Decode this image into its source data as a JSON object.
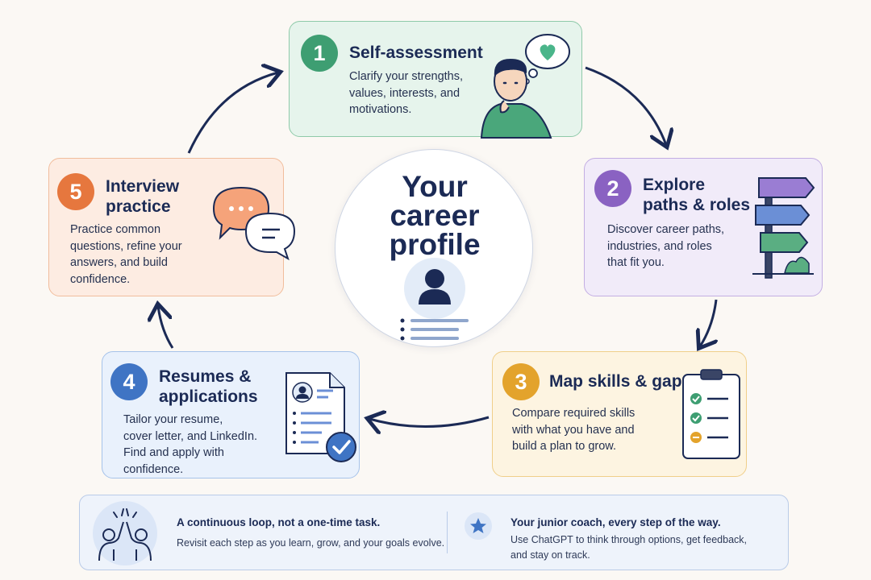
{
  "center": {
    "title_lines": [
      "Your",
      "career",
      "profile"
    ]
  },
  "steps": [
    {
      "number": "1",
      "title_lines": [
        "Self-assessment"
      ],
      "desc_lines": [
        "Clarify your strengths,",
        "values, interests, and",
        "motivations."
      ],
      "color": "#3e9e72",
      "bg": "#e6f4ec",
      "border": "#8fcaa9",
      "icon": "thinking-person-icon"
    },
    {
      "number": "2",
      "title_lines": [
        "Explore",
        "paths & roles"
      ],
      "desc_lines": [
        "Discover career paths,",
        "industries, and roles",
        "that fit you."
      ],
      "color": "#8a62c2",
      "bg": "#f1ebf9",
      "border": "#c3aee3",
      "icon": "signpost-icon"
    },
    {
      "number": "3",
      "title_lines": [
        "Map skills & gaps"
      ],
      "desc_lines": [
        "Compare required skills",
        "with what you have and",
        "build a plan to grow."
      ],
      "color": "#e3a32c",
      "bg": "#fdf4e1",
      "border": "#f0cf8a",
      "icon": "clipboard-checklist-icon"
    },
    {
      "number": "4",
      "title_lines": [
        "Resumes &",
        "applications"
      ],
      "desc_lines": [
        "Tailor your resume,",
        "cover letter, and LinkedIn.",
        "Find and apply with",
        "confidence."
      ],
      "color": "#3f74c4",
      "bg": "#e9f1fc",
      "border": "#a6c3ea",
      "icon": "resume-document-icon"
    },
    {
      "number": "5",
      "title_lines": [
        "Interview",
        "practice"
      ],
      "desc_lines": [
        "Practice common",
        "questions, refine your",
        "answers, and build",
        "confidence."
      ],
      "color": "#e6773e",
      "bg": "#fdece2",
      "border": "#f1bd9c",
      "icon": "chat-bubbles-icon"
    }
  ],
  "banner": {
    "left": {
      "title": "A continuous loop, not a one-time task.",
      "text_lines": [
        "Revisit each step as you learn, grow, and your goals evolve."
      ],
      "icon": "high-five-icon"
    },
    "right": {
      "title": "Your junior coach, every step of the way.",
      "text_lines": [
        "Use ChatGPT to think through options, get feedback,",
        "and stay on track."
      ],
      "icon": "star-icon"
    }
  },
  "colors": {
    "navy": "#1b2a55",
    "heart": "#4ab58a",
    "check": "#3e9e72",
    "pending": "#e3a32c"
  }
}
